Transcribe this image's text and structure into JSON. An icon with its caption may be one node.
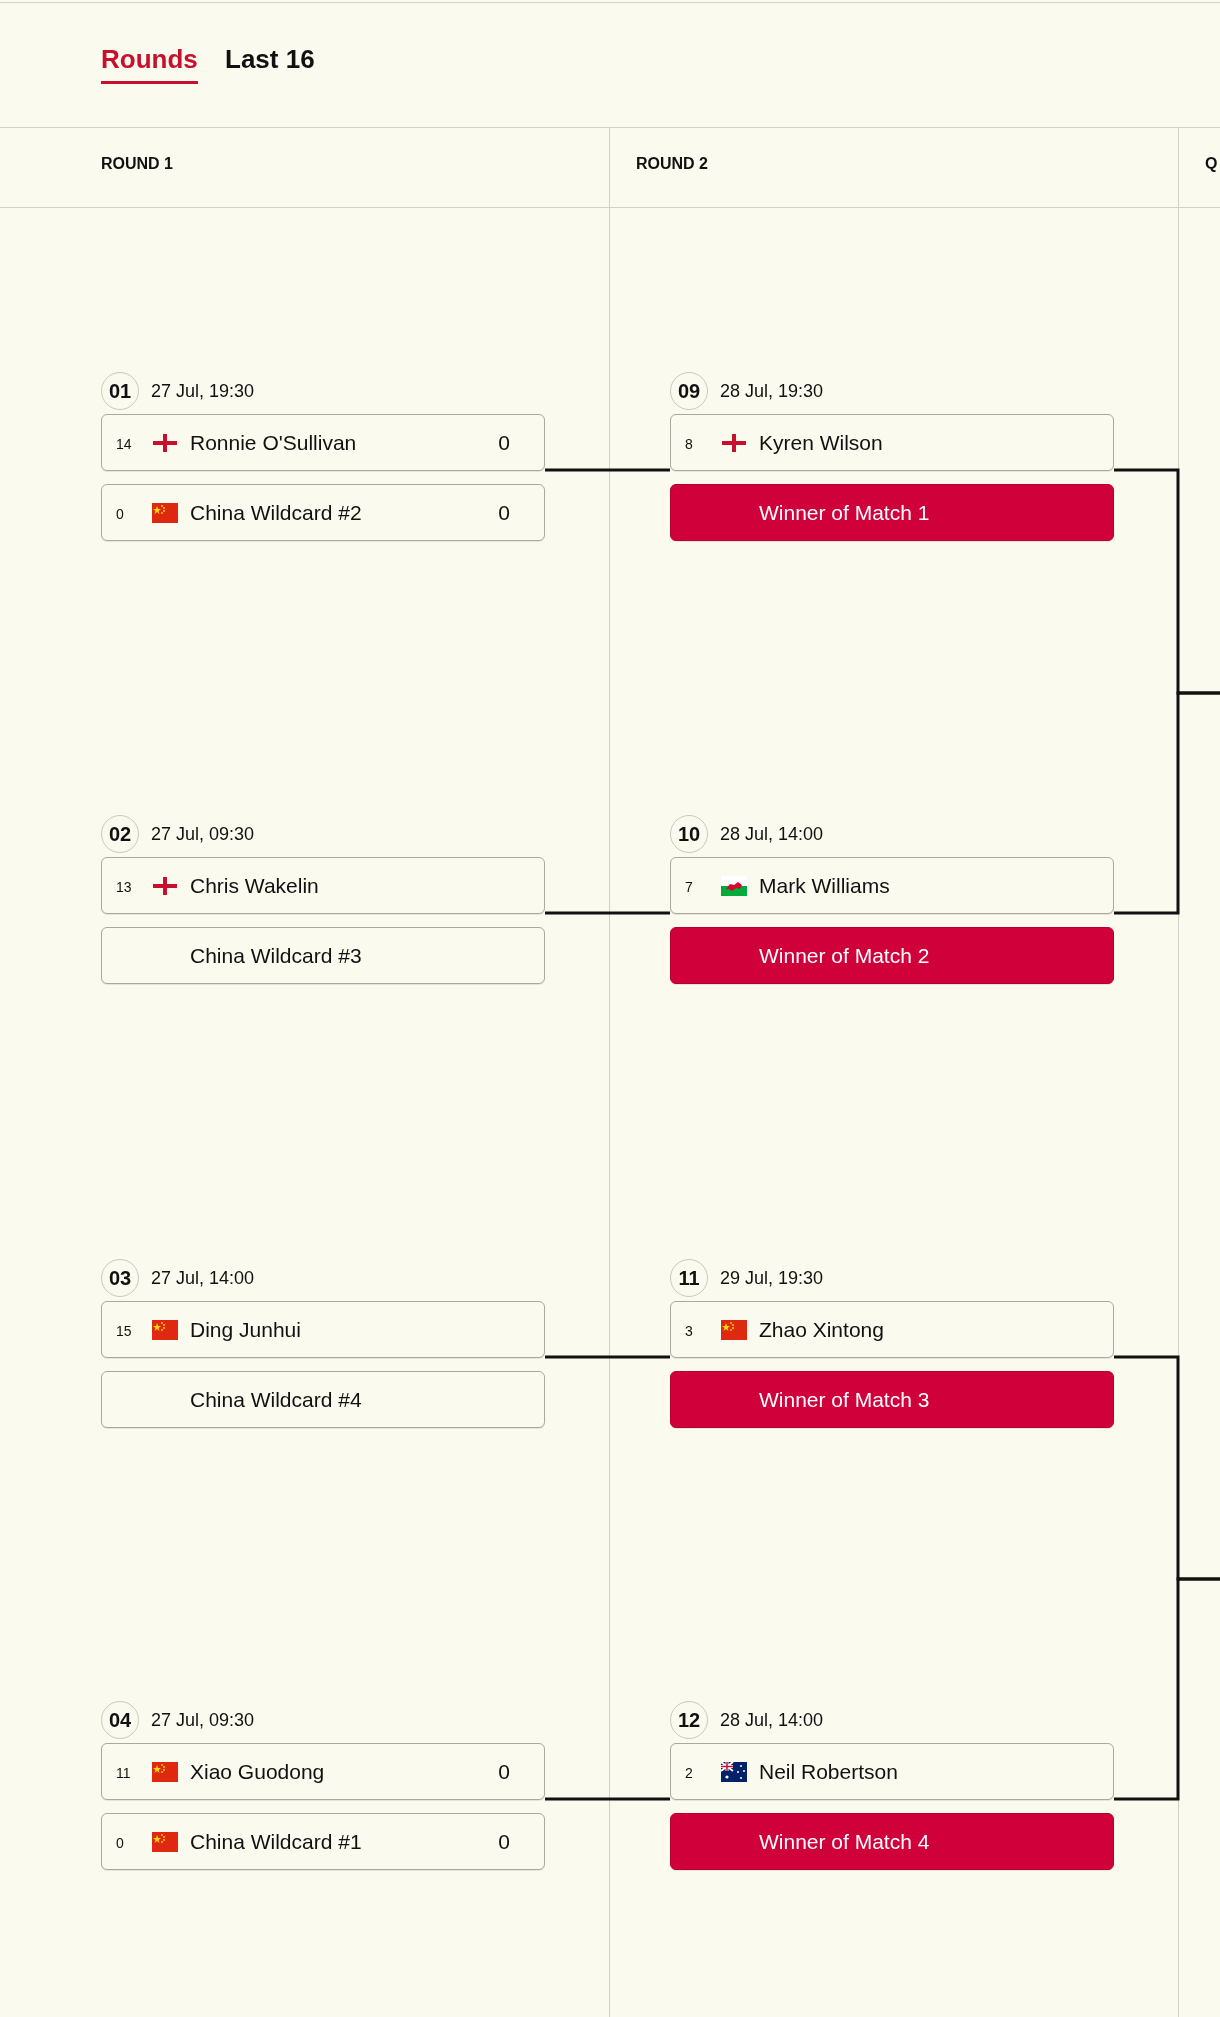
{
  "diagram": {
    "nodes": [
      {
        "text": [
          "01"
        ],
        "beside": [
          "27 Jul, 19:30"
        ]
      },
      {
        "text": [
          "14",
          "Ronnie O'Sullivan",
          "0"
        ]
      },
      {
        "text": [
          "0",
          "China Wildcard #2",
          "0"
        ]
      },
      {
        "text": [
          "09"
        ],
        "beside": [
          "28 Jul, 19:30"
        ]
      },
      {
        "text": [
          "8",
          "Kyren Wilson"
        ]
      },
      {
        "text": [
          "Winner of Match 1"
        ]
      },
      {
        "text": [
          "02"
        ],
        "beside": [
          "27 Jul, 09:30"
        ]
      },
      {
        "text": [
          "13",
          "Chris Wakelin"
        ]
      },
      {
        "text": [
          "China Wildcard #3"
        ]
      },
      {
        "text": [
          "10"
        ],
        "beside": [
          "28 Jul, 14:00"
        ]
      },
      {
        "text": [
          "7",
          "Mark Williams"
        ]
      },
      {
        "text": [
          "Winner of Match 2"
        ]
      },
      {
        "text": [
          "03"
        ],
        "beside": [
          "27 Jul, 14:00"
        ]
      },
      {
        "text": [
          "15",
          "Ding Junhui"
        ]
      },
      {
        "text": [
          "China Wildcard #4"
        ]
      },
      {
        "text": [
          "11"
        ],
        "beside": [
          "29 Jul, 19:30"
        ]
      },
      {
        "text": [
          "3",
          "Zhao Xintong"
        ]
      },
      {
        "text": [
          "Winner of Match 3"
        ]
      },
      {
        "text": [
          "04"
        ],
        "beside": [
          "27 Jul, 09:30"
        ]
      },
      {
        "text": [
          "11",
          "Xiao Guodong",
          "0"
        ]
      },
      {
        "text": [
          "0",
          "China Wildcard #1",
          "0"
        ]
      },
      {
        "text": [
          "12"
        ],
        "beside": [
          "28 Jul, 14:00"
        ]
      },
      {
        "text": [
          "2",
          "Neil Robertson"
        ]
      },
      {
        "text": [
          "Winner of Match 4"
        ]
      }
    ],
    "edges": [
      {
        "from": 1,
        "to": 4,
        "arrow": "none"
      },
      {
        "from": 7,
        "to": 10,
        "arrow": "none"
      },
      {
        "from": 13,
        "to": 16,
        "arrow": "none"
      },
      {
        "from": 19,
        "to": 22,
        "arrow": "none"
      },
      {
        "from": 4,
        "to": null,
        "arrow": "none"
      },
      {
        "from": 10,
        "to": null,
        "arrow": "none"
      },
      {
        "from": 16,
        "to": null,
        "arrow": "none"
      },
      {
        "from": 22,
        "to": null,
        "arrow": "none"
      }
    ],
    "labels": [
      "Rounds",
      "Last 16",
      "ROUND 1",
      "ROUND 2",
      "Q"
    ]
  }
}
